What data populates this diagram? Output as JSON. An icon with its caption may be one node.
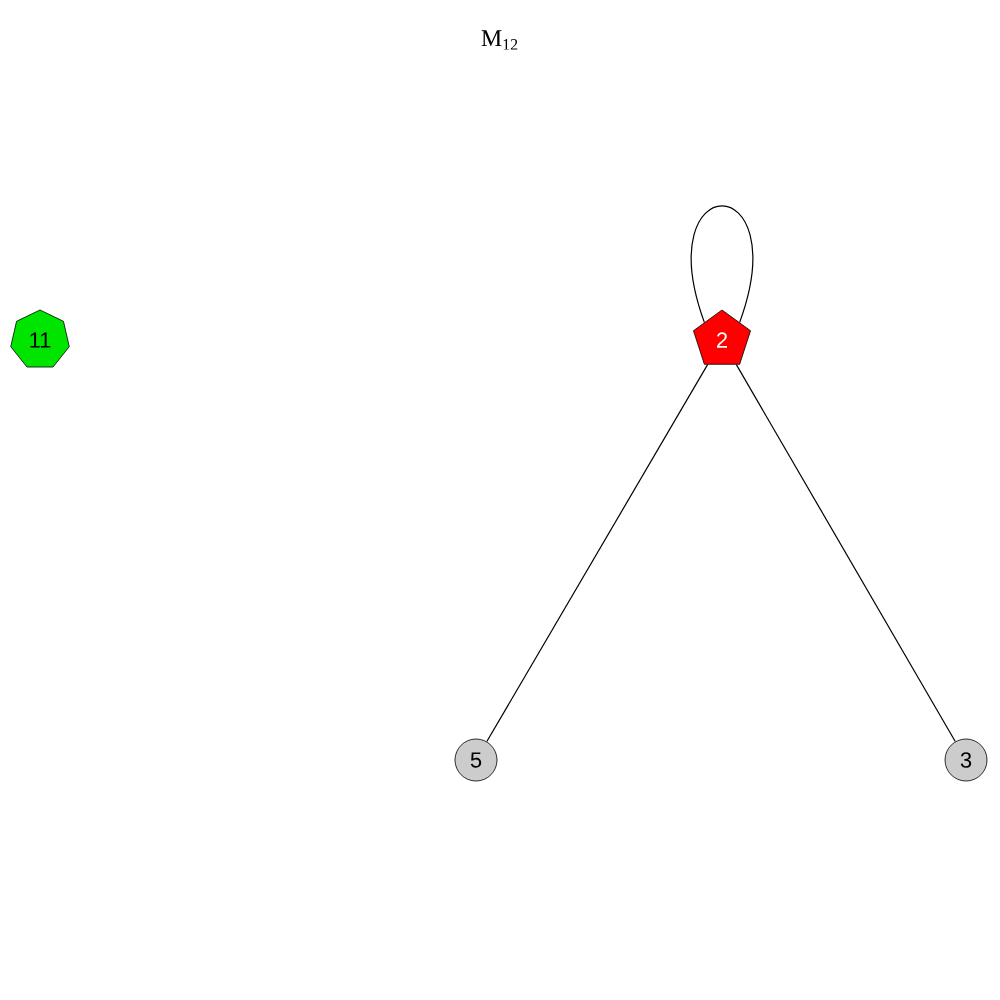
{
  "diagram": {
    "title": "M$_{12}$",
    "nodes": [
      {
        "text": [
          "11"
        ]
      },
      {
        "text": [
          "2"
        ]
      },
      {
        "text": [
          "5"
        ]
      },
      {
        "text": [
          "3"
        ]
      }
    ],
    "edges": [
      {
        "from": 1,
        "to": 1,
        "arrow": "none"
      },
      {
        "from": 1,
        "to": 2,
        "arrow": "none"
      },
      {
        "from": 1,
        "to": 3,
        "arrow": "none"
      }
    ]
  }
}
